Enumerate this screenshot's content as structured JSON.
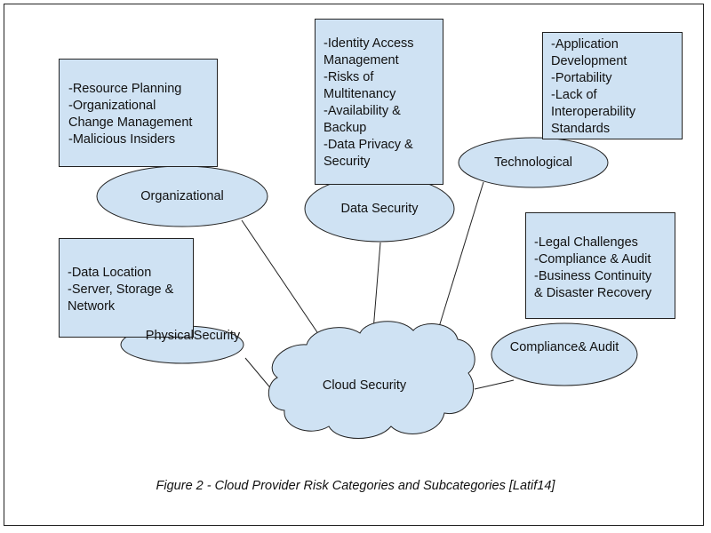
{
  "diagram": {
    "center": {
      "label": "Cloud Security"
    },
    "categories": [
      {
        "id": "organizational",
        "label": [
          "Organizational"
        ],
        "items": [
          "-Resource Planning",
          "-Organizational",
          "Change Management",
          "-Malicious Insiders"
        ]
      },
      {
        "id": "data-security",
        "label": [
          "Data Security"
        ],
        "items": [
          "-Identity Access",
          "Management",
          "-Risks of",
          "Multitenancy",
          "-Availability &",
          "Backup",
          "-Data Privacy &",
          "Security"
        ]
      },
      {
        "id": "technological",
        "label": [
          "Technological"
        ],
        "items": [
          "-Application",
          "Development",
          "-Portability",
          "-Lack of",
          "Interoperability",
          "Standards"
        ]
      },
      {
        "id": "physical-security",
        "label": [
          "Physical",
          "Security"
        ],
        "items": [
          "-Data Location",
          "-Server, Storage &",
          "Network"
        ]
      },
      {
        "id": "compliance-audit",
        "label": [
          "Compliance",
          "& Audit"
        ],
        "items": [
          "-Legal Challenges",
          "-Compliance & Audit",
          "-Business Continuity",
          "& Disaster Recovery"
        ]
      }
    ],
    "colors": {
      "fill": "#cfe2f3",
      "stroke": "#222222"
    }
  },
  "caption": "Figure 2 - Cloud Provider Risk Categories and Subcategories [Latif14]"
}
